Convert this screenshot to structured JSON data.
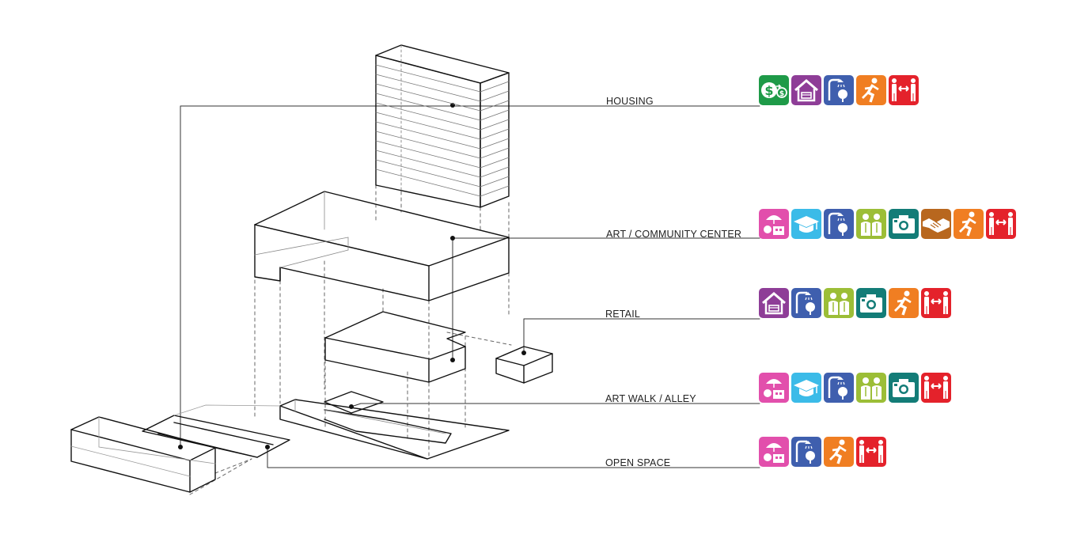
{
  "programs": [
    {
      "id": "housing",
      "label": "HOUSING",
      "icons": [
        "dollar-exchange-icon",
        "house-icon",
        "shower-tree-icon",
        "running-person-icon",
        "people-distance-icon"
      ]
    },
    {
      "id": "art-community-center",
      "label": "ART / COMMUNITY CENTER",
      "icons": [
        "food-market-icon",
        "graduation-cap-icon",
        "shower-tree-icon",
        "people-group-icon",
        "camera-icon",
        "handshake-icon",
        "running-person-icon",
        "people-distance-icon"
      ]
    },
    {
      "id": "retail",
      "label": "RETAIL",
      "icons": [
        "house-icon",
        "shower-tree-icon",
        "people-group-icon",
        "camera-icon",
        "running-person-icon",
        "people-distance-icon"
      ]
    },
    {
      "id": "art-walk-alley",
      "label": "ART WALK / ALLEY",
      "icons": [
        "food-market-icon",
        "graduation-cap-icon",
        "shower-tree-icon",
        "people-group-icon",
        "camera-icon",
        "people-distance-icon"
      ]
    },
    {
      "id": "open-space",
      "label": "OPEN SPACE",
      "icons": [
        "food-market-icon",
        "shower-tree-icon",
        "running-person-icon",
        "people-distance-icon"
      ]
    }
  ],
  "icon_colors": {
    "dollar-exchange-icon": "#1e9a48",
    "house-icon": "#8e3d97",
    "shower-tree-icon": "#3f5fae",
    "running-person-icon": "#f07e22",
    "people-distance-icon": "#e4222b",
    "food-market-icon": "#e24fac",
    "graduation-cap-icon": "#3bbbe8",
    "people-group-icon": "#9cbe37",
    "camera-icon": "#137c77",
    "handshake-icon": "#b8671e"
  }
}
